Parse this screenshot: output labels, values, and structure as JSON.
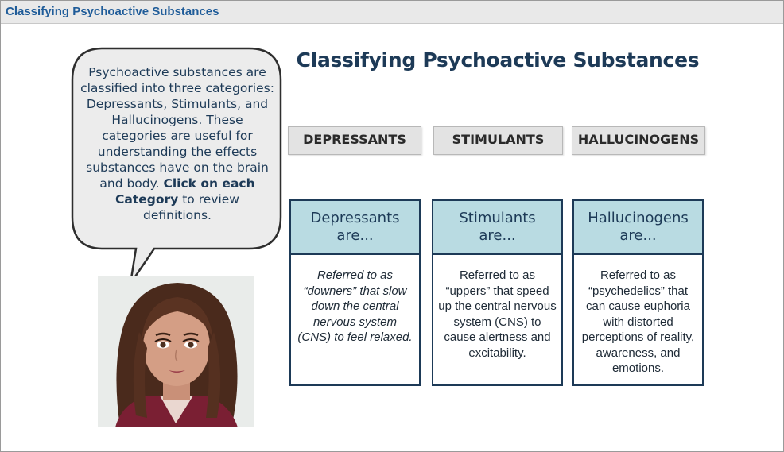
{
  "window": {
    "title": "Classifying Psychoactive Substances"
  },
  "slide": {
    "title": "Classifying Psychoactive Substances",
    "bubble": {
      "text_before": "Psychoactive substances are classified into three categories: Depressants, Stimulants, and Hallucinogens. These categories are useful for understanding the effects substances have on the brain and body.",
      "bold_text": "Click on each Category",
      "text_after": "to review definitions."
    },
    "category_buttons": [
      {
        "label": "DEPRESSANTS"
      },
      {
        "label": "STIMULANTS"
      },
      {
        "label": "HALLUCINOGENS"
      }
    ],
    "cards": [
      {
        "heading": "Depressants are...",
        "body": "Referred to as “downers” that slow down the central nervous system (CNS) to feel relaxed."
      },
      {
        "heading": "Stimulants are...",
        "body": "Referred to as “uppers” that speed up the central nervous system (CNS) to cause alertness and excitability."
      },
      {
        "heading": "Hallucinogens are...",
        "body": "Referred to as “psychedelics” that can cause euphoria with distorted perceptions of reality, awareness, and emotions."
      }
    ]
  },
  "colors": {
    "title_blue": "#1f5c99",
    "navy": "#1d3a57",
    "card_header": "#b9dbe2",
    "button_gray": "#e3e3e3"
  }
}
